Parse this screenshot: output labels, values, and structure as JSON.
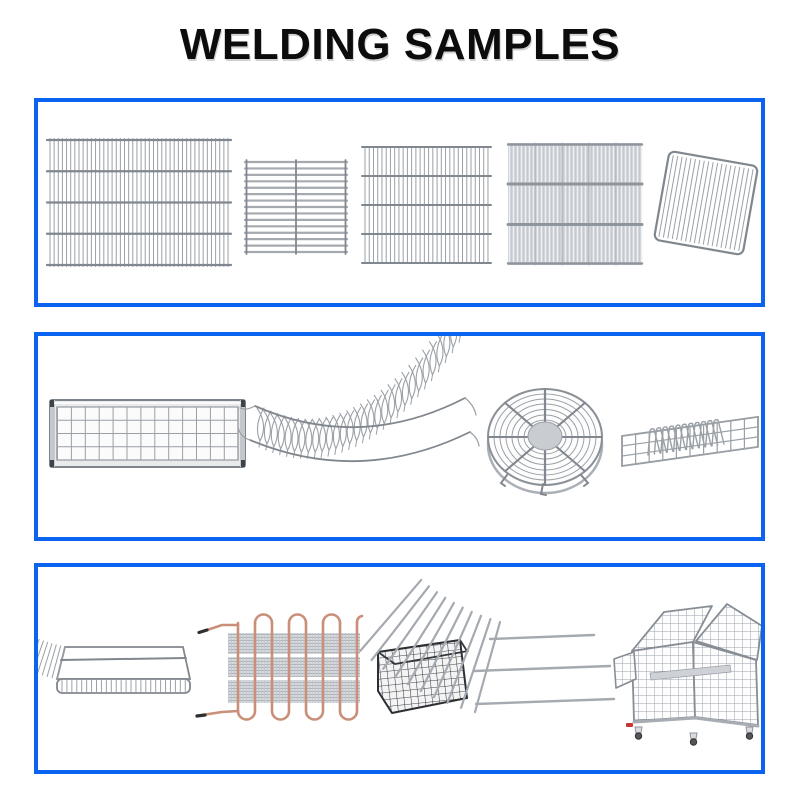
{
  "title": "WELDING SAMPLES",
  "colors": {
    "accent": "#0a64f0",
    "wire": "#9aa0a6",
    "wire_dark": "#81878e",
    "wire_mid": "#a5aab0",
    "copper": "#c98f79",
    "dark_metal": "#34383d",
    "title_color": "#0c0c0c"
  },
  "panels": [
    {
      "id": "panel-1",
      "items": [
        "wide-vertical-wire-grid",
        "horizontal-bar-grid",
        "square-vertical-wire-grid",
        "dense-vertical-wire-grid",
        "tilted-wire-grid"
      ]
    },
    {
      "id": "panel-2",
      "items": [
        "framed-wire-mesh-tray",
        "curved-wire-mesh-strip",
        "round-fan-guard-grill",
        "wire-dish-rack"
      ]
    },
    {
      "id": "panel-3",
      "items": [
        "wire-shelf-tray",
        "copper-condenser-coil",
        "black-wire-basket",
        "fanned-wire-rack",
        "wire-mesh-pallet-cage"
      ]
    }
  ]
}
